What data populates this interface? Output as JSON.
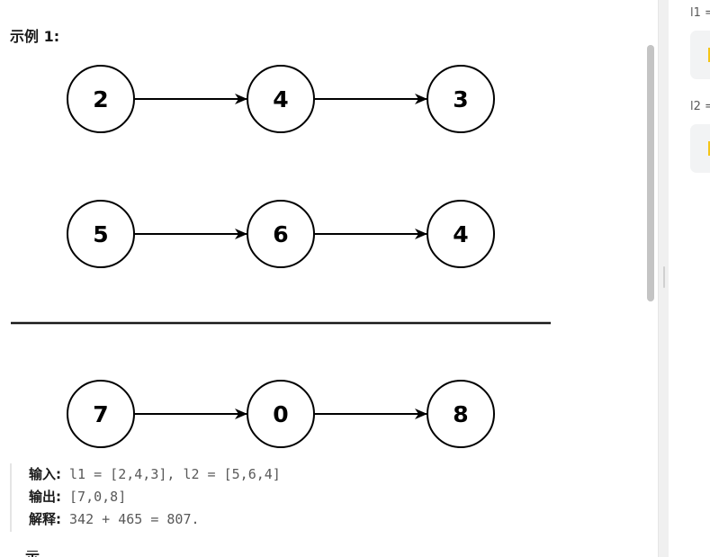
{
  "example": {
    "heading": "示例 1:",
    "list1": [
      "2",
      "4",
      "3"
    ],
    "list2": [
      "5",
      "6",
      "4"
    ],
    "result": [
      "7",
      "0",
      "8"
    ],
    "input_label": "输入:",
    "input_value": " l1 = [2,4,3], l2 = [5,6,4]",
    "output_label": "输出:",
    "output_value": " [7,0,8]",
    "explain_label": "解释:",
    "explain_value": " 342 + 465 = 807.",
    "next_heading_partial": "示"
  },
  "side_panel": {
    "param1_label": "l1 =",
    "param2_label": "l2 ="
  },
  "colors": {
    "node_stroke": "#000000",
    "divider": "#1a1a1a",
    "scrollbar_thumb": "#c4c4c4",
    "input_bg": "#f2f3f4"
  }
}
